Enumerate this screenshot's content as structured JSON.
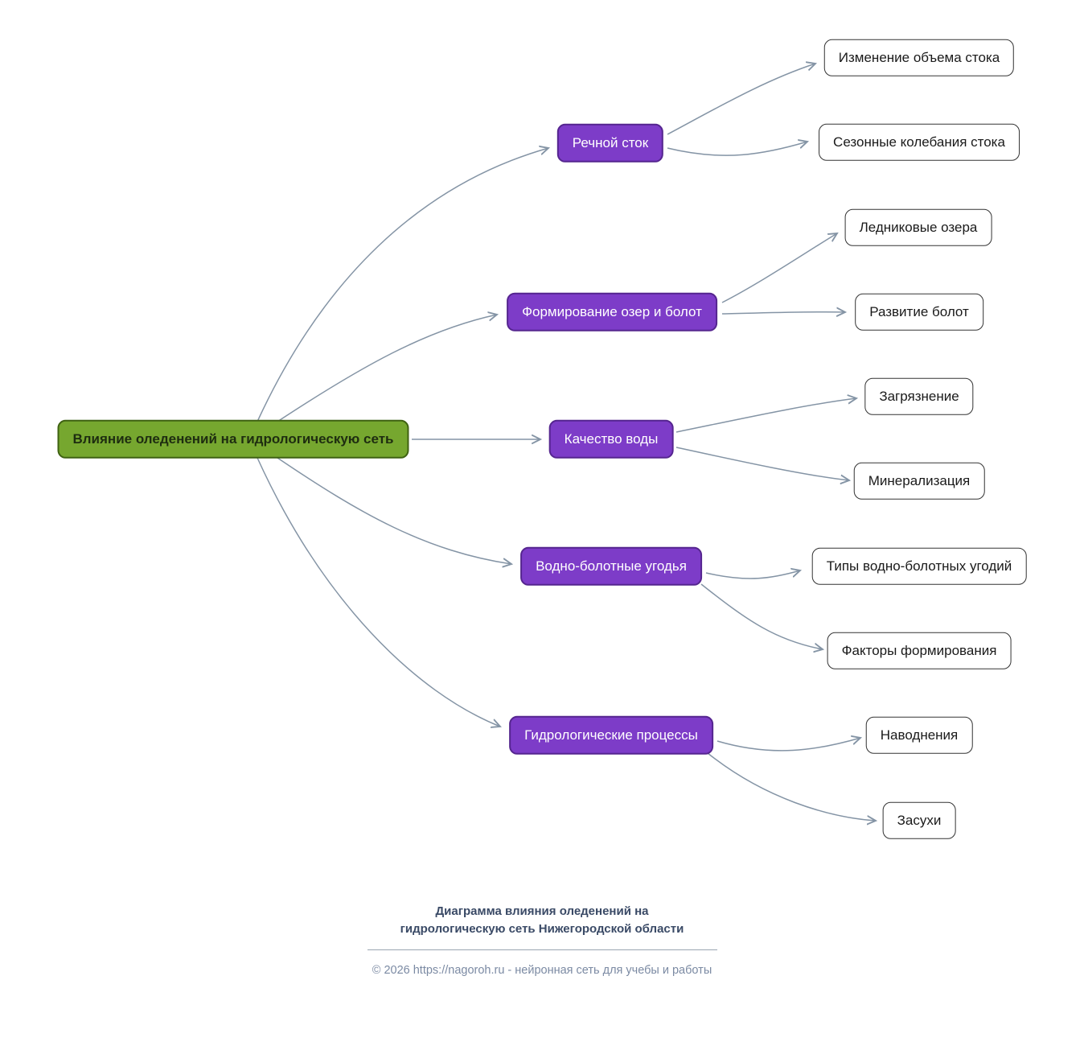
{
  "root": {
    "label": "Влияние оледенений на гидрологическую сеть"
  },
  "branches": [
    {
      "label": "Речной сток",
      "children": [
        {
          "label": "Изменение объема стока"
        },
        {
          "label": "Сезонные колебания стока"
        }
      ]
    },
    {
      "label": "Формирование озер и болот",
      "children": [
        {
          "label": "Ледниковые озера"
        },
        {
          "label": "Развитие болот"
        }
      ]
    },
    {
      "label": "Качество воды",
      "children": [
        {
          "label": "Загрязнение"
        },
        {
          "label": "Минерализация"
        }
      ]
    },
    {
      "label": "Водно-болотные угодья",
      "children": [
        {
          "label": "Типы водно-болотных угодий"
        },
        {
          "label": "Факторы формирования"
        }
      ]
    },
    {
      "label": "Гидрологические процессы",
      "children": [
        {
          "label": "Наводнения"
        },
        {
          "label": "Засухи"
        }
      ]
    }
  ],
  "footer": {
    "title_line1": "Диаграмма влияния оледенений на",
    "title_line2": "гидрологическую сеть Нижегородской области",
    "copyright": "© 2026 https://nagoroh.ru - нейронная сеть для учебы и работы"
  },
  "colors": {
    "root-fill": "#76a72f",
    "root-border": "#3f6212",
    "root-text": "#1e2d10",
    "branch-fill": "#7d3cc8",
    "branch-border": "#55258f",
    "branch-text": "#ffffff",
    "leaf-fill": "#ffffff",
    "leaf-border": "#333333",
    "leaf-text": "#1a1a1a",
    "edge": "#8494a5",
    "footer-title": "#3a4a66",
    "footer-copyright": "#7b8aa3",
    "rule": "#9aa5b2",
    "background": "#ffffff"
  }
}
